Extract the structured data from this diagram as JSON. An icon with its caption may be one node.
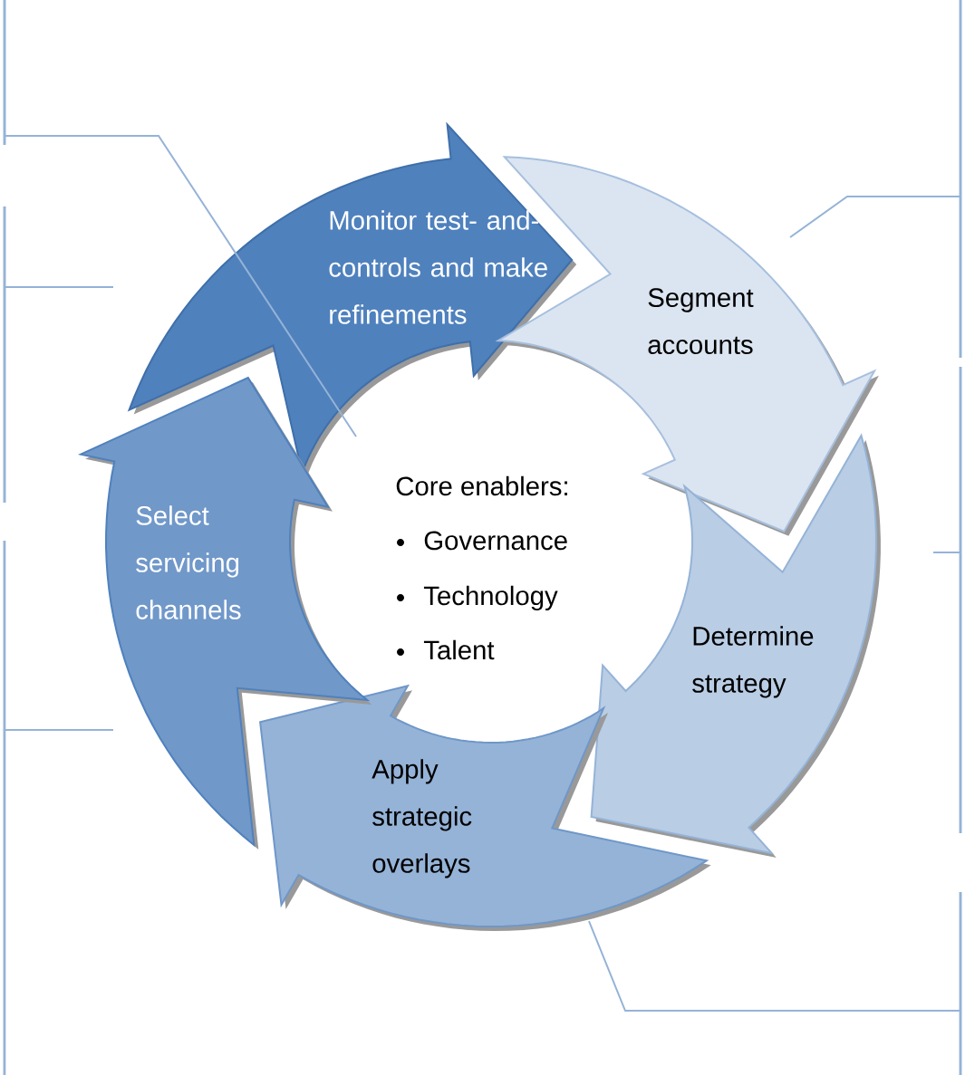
{
  "diagram": {
    "nodes": [
      {
        "text": [
          "Monitor test- and- controls and make refinements"
        ]
      },
      {
        "text": [
          "Segment accounts"
        ]
      },
      {
        "text": [
          "Determine strategy"
        ]
      },
      {
        "text": [
          "Apply strategic overlays"
        ]
      },
      {
        "text": [
          "Select servicing channels"
        ]
      },
      {
        "text": [],
        "shape": "bar"
      },
      {
        "text": [],
        "shape": "bar"
      },
      {
        "text": [],
        "shape": "bar"
      },
      {
        "text": [],
        "shape": "bar"
      },
      {
        "text": [],
        "shape": "bar"
      },
      {
        "text": [],
        "shape": "bar"
      }
    ],
    "edges": [
      {
        "from": 5,
        "to": 0,
        "arrow": "none"
      },
      {
        "from": 6,
        "to": null,
        "arrow": "none"
      },
      {
        "from": 7,
        "to": null,
        "arrow": "none"
      },
      {
        "from": 8,
        "to": 1,
        "arrow": "none"
      },
      {
        "from": 9,
        "to": null,
        "arrow": "none"
      },
      {
        "from": 10,
        "to": 3,
        "arrow": "none"
      }
    ],
    "labels": [
      "Core enablers:",
      "Governance",
      "Technology",
      "Talent"
    ]
  }
}
